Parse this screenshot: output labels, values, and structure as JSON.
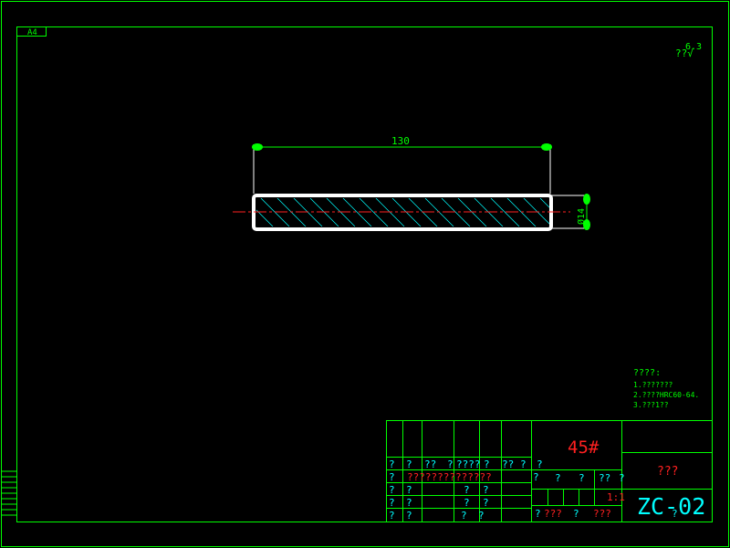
{
  "sheet": {
    "size_label": "A4"
  },
  "surface_finish": {
    "symbol_text": "??√",
    "value": "6.3"
  },
  "dimensions": {
    "length": "130",
    "diameter": "Ø14"
  },
  "notes": {
    "title": "????:",
    "lines": [
      "1.???????",
      "2.????HRC60-64.",
      "3.???1??"
    ]
  },
  "title_block": {
    "material": "45#",
    "part_name": "???",
    "drawing_number": "ZC-02",
    "scale": "1:1",
    "row1_cells": [
      "?",
      "?",
      "??",
      "?",
      "????",
      "?",
      "??",
      "?",
      "?"
    ],
    "row2_left": "?",
    "row2_red": "??????????????",
    "row2_right": [
      "?",
      "?",
      "?",
      "??",
      "?"
    ],
    "rows_left": [
      [
        "?",
        "?",
        "?",
        "?"
      ],
      [
        "?",
        "?",
        "?",
        "?"
      ],
      [
        "?",
        "?",
        "?",
        "?"
      ]
    ],
    "bottom_red": [
      "???",
      "?",
      "???"
    ],
    "bottom_cyan": [
      "?",
      "?"
    ]
  },
  "colors": {
    "frame": "#00ff00",
    "part_outline": "#ffffff",
    "centerline": "#ff2020",
    "text_cyan": "#00ffff",
    "text_red": "#ff2020"
  }
}
